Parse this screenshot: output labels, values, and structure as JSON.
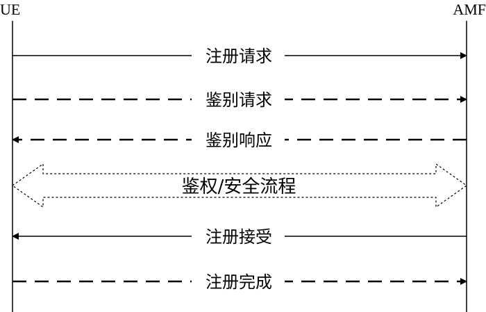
{
  "participants": [
    {
      "id": "ue",
      "label": "UE"
    },
    {
      "id": "amf",
      "label": "AMF"
    }
  ],
  "messages": [
    {
      "label": "注册请求",
      "from": "ue",
      "to": "amf",
      "style": "solid"
    },
    {
      "label": "鉴别请求",
      "from": "ue",
      "to": "amf",
      "style": "dashed"
    },
    {
      "label": "鉴别响应",
      "from": "amf",
      "to": "ue",
      "style": "dashed"
    },
    {
      "label": "鉴权/安全流程",
      "from": "ue",
      "to": "amf",
      "style": "process"
    },
    {
      "label": "注册接受",
      "from": "amf",
      "to": "ue",
      "style": "solid"
    },
    {
      "label": "注册完成",
      "from": "ue",
      "to": "amf",
      "style": "dashed"
    }
  ]
}
